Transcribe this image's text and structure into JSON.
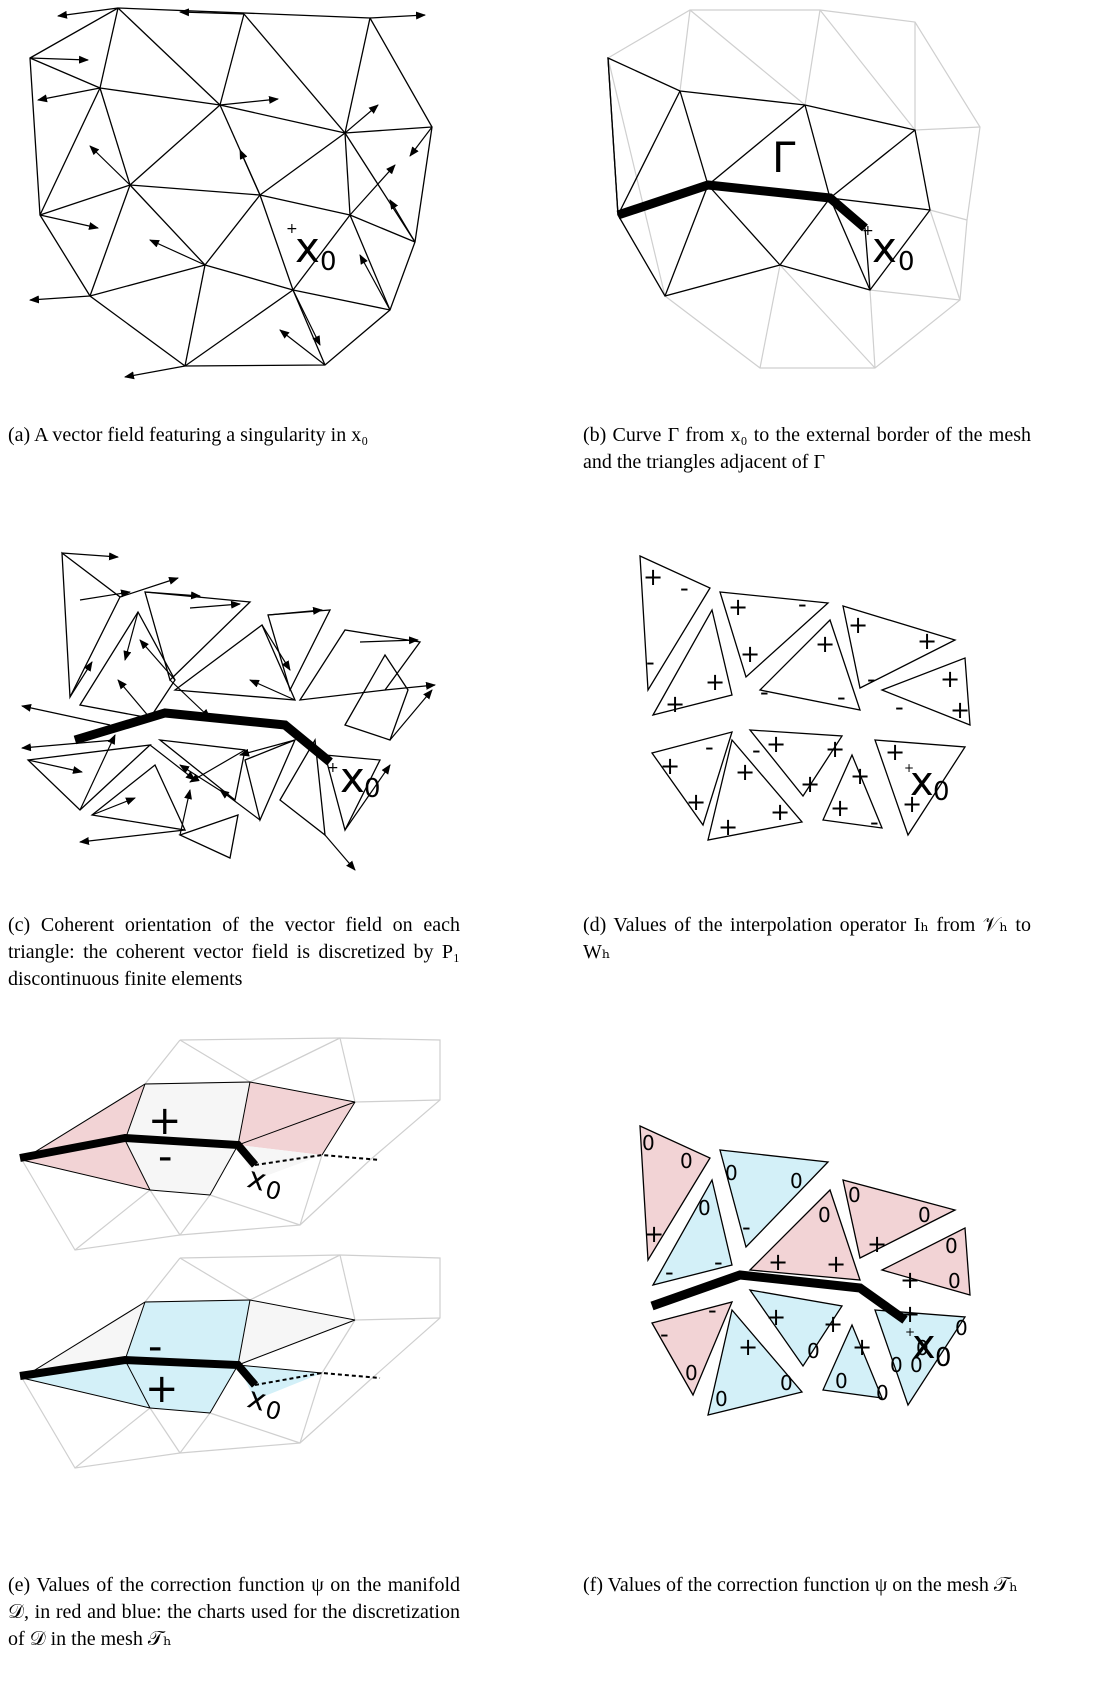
{
  "panels": {
    "a": {
      "point_label": "x",
      "point_sub": "0"
    },
    "b": {
      "curve_label": "Γ",
      "point_label": "x",
      "point_sub": "0"
    },
    "c": {
      "point_label": "x",
      "point_sub": "0"
    },
    "d": {
      "point_label": "x",
      "point_sub": "0",
      "signs": [
        "+",
        "-",
        "-",
        "+",
        "+",
        "+",
        "-",
        "+",
        "+",
        "-",
        "-",
        "+",
        "+",
        "+",
        "-",
        "-",
        "+",
        "+",
        "-",
        "+",
        "-",
        "+",
        "+",
        "+",
        "+",
        "+",
        "+",
        "+",
        "+",
        "-",
        "+",
        "+"
      ]
    },
    "e": {
      "top_plus": "+",
      "top_minus": "-",
      "bottom_minus": "-",
      "bottom_plus": "+",
      "point_label": "x",
      "point_sub": "0"
    },
    "f": {
      "point_label": "x",
      "point_sub": "0",
      "values": [
        "0",
        "0",
        "+",
        "0",
        "0",
        "-",
        "0",
        "-",
        "-",
        "0",
        "0",
        "+",
        "+",
        "0",
        "0",
        "+",
        "0",
        "+",
        "0",
        "-",
        "-",
        "0",
        "+",
        "+",
        "0",
        "+",
        "0",
        "0",
        "0",
        "0",
        "0",
        "+",
        "0",
        "+",
        "0"
      ]
    }
  },
  "captions": {
    "a": "(a) A vector field featuring a singularity in x₀",
    "b": "(b) Curve Γ from x₀ to the external border of the mesh and the triangles adjacent of Γ",
    "c": "(c) Coherent orientation of the vector field on each triangle: the coherent vector field is discretized by P₁ discontinuous finite elements",
    "d": "(d) Values of the interpolation operator Iₕ from 𝒱ₕ to Wₕ",
    "e": "(e) Values of the correction function ψ on the manifold 𝒟, in red and blue: the charts used for the discretization of 𝒟 in the mesh 𝒯ₕ",
    "f": "(f) Values of the correction function ψ on the mesh 𝒯ₕ"
  },
  "colors": {
    "red_chart": "#f2d3d5",
    "blue_chart": "#d3f0f8",
    "grey_chart": "#f6f6f6",
    "ghost_edge": "#cfcfcf"
  }
}
